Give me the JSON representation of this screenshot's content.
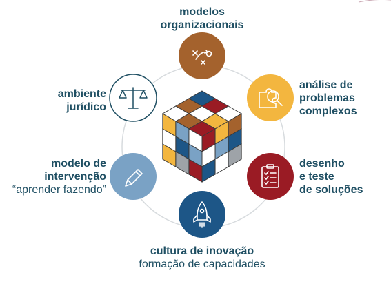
{
  "nodes": [
    {
      "id": "modelos",
      "lines": [
        "modelos",
        "organizacionais"
      ],
      "color": "#a4622d",
      "icon": "strategy-play-icon"
    },
    {
      "id": "analise",
      "lines": [
        "análise de",
        "problemas",
        "complexos"
      ],
      "color": "#f3b63f",
      "icon": "puzzle-search-icon"
    },
    {
      "id": "desenho",
      "lines": [
        "desenho",
        "e teste",
        "de soluções"
      ],
      "color": "#9a1b24",
      "icon": "clipboard-checklist-icon"
    },
    {
      "id": "cultura",
      "lines": [
        "cultura de inovação"
      ],
      "sub": "formação de capacidades",
      "color": "#1d5687",
      "icon": "rocket-icon"
    },
    {
      "id": "modelo",
      "lines": [
        "modelo de",
        "intervenção"
      ],
      "sub": "“aprender fazendo”",
      "color": "#7aa2c5",
      "icon": "pencil-icon"
    },
    {
      "id": "ambiente",
      "lines": [
        "ambiente",
        "jurídico"
      ],
      "color": "#ffffff",
      "icon": "balance-scale-icon"
    }
  ],
  "colors": {
    "text": "#1f4f63",
    "ring": "#d7dbde",
    "outline": "#1f4f63",
    "cube_red": "#9a1b24",
    "cube_yellow": "#f3b63f",
    "cube_blue": "#7aa2c5",
    "cube_navy": "#1d5687",
    "cube_brown": "#a4622d",
    "cube_white": "#ffffff",
    "cube_gray": "#9ea3a8"
  }
}
